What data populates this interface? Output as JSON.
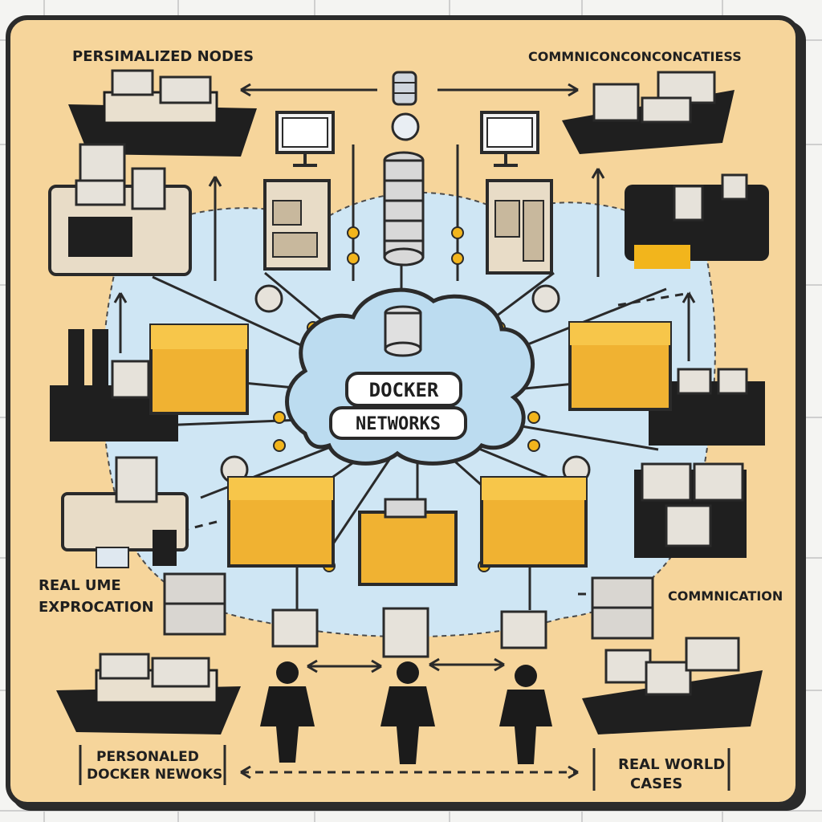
{
  "labels": {
    "top_left": "PERSIMALIZED NODES",
    "top_right": "COMMNICONCONCONCATIESS",
    "mid_left_line1": "REAL UME",
    "mid_left_line2": "EXPROCATION",
    "mid_right": "COMMNICATION",
    "bottom_left_line1": "PERSONALED",
    "bottom_left_line2": "DOCKER NEWOKS",
    "bottom_right_line1": "REAL WORLD",
    "bottom_right_line2": "CASES"
  },
  "center": {
    "title_line1": "DOCKER",
    "title_line2": "NETWORKS"
  },
  "colors": {
    "board": "#f6d59b",
    "cloud": "#bcdcf0",
    "crate": "#f0b232",
    "ink": "#1f1f1f"
  }
}
